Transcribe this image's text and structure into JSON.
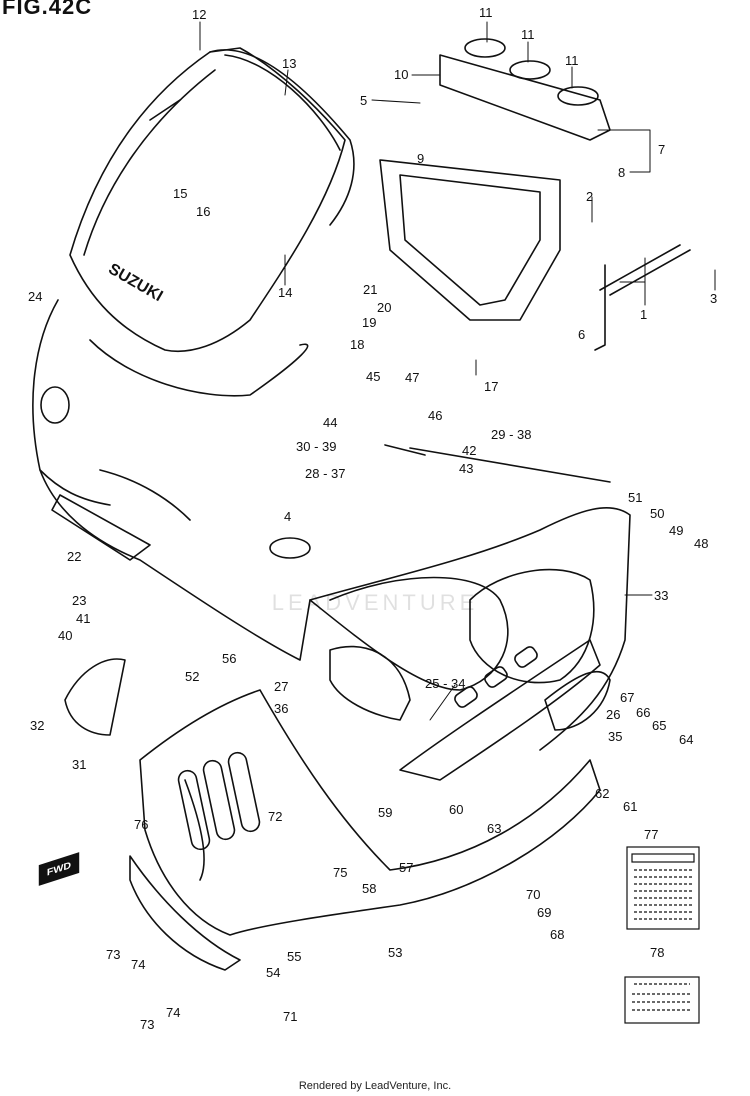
{
  "figure": {
    "title": "FIG.42C",
    "footer": "Rendered by LeadVenture, Inc.",
    "watermark": "LEADVENTURE",
    "forward_indicator": "FWD",
    "brand_text": "SUZUKI"
  },
  "parts": [
    {
      "id": "p1",
      "label": "1"
    },
    {
      "id": "p2",
      "label": "2"
    },
    {
      "id": "p3",
      "label": "3"
    },
    {
      "id": "p4",
      "label": "4"
    },
    {
      "id": "p5",
      "label": "5"
    },
    {
      "id": "p6",
      "label": "6"
    },
    {
      "id": "p7",
      "label": "7"
    },
    {
      "id": "p8",
      "label": "8"
    },
    {
      "id": "p9",
      "label": "9"
    },
    {
      "id": "p10",
      "label": "10"
    },
    {
      "id": "p11a",
      "label": "11"
    },
    {
      "id": "p11b",
      "label": "11"
    },
    {
      "id": "p11c",
      "label": "11"
    },
    {
      "id": "p12",
      "label": "12"
    },
    {
      "id": "p13",
      "label": "13"
    },
    {
      "id": "p14",
      "label": "14"
    },
    {
      "id": "p15",
      "label": "15"
    },
    {
      "id": "p16",
      "label": "16"
    },
    {
      "id": "p17",
      "label": "17"
    },
    {
      "id": "p18",
      "label": "18"
    },
    {
      "id": "p19",
      "label": "19"
    },
    {
      "id": "p20",
      "label": "20"
    },
    {
      "id": "p21",
      "label": "21"
    },
    {
      "id": "p22",
      "label": "22"
    },
    {
      "id": "p23",
      "label": "23"
    },
    {
      "id": "p24",
      "label": "24"
    },
    {
      "id": "p25_34",
      "label": "25 - 34"
    },
    {
      "id": "p26",
      "label": "26"
    },
    {
      "id": "p27",
      "label": "27"
    },
    {
      "id": "p28_37",
      "label": "28 - 37"
    },
    {
      "id": "p29_38",
      "label": "29 - 38"
    },
    {
      "id": "p30_39",
      "label": "30 - 39"
    },
    {
      "id": "p31",
      "label": "31"
    },
    {
      "id": "p32",
      "label": "32"
    },
    {
      "id": "p33",
      "label": "33"
    },
    {
      "id": "p35",
      "label": "35"
    },
    {
      "id": "p36",
      "label": "36"
    },
    {
      "id": "p40",
      "label": "40"
    },
    {
      "id": "p41",
      "label": "41"
    },
    {
      "id": "p42",
      "label": "42"
    },
    {
      "id": "p43",
      "label": "43"
    },
    {
      "id": "p44",
      "label": "44"
    },
    {
      "id": "p45",
      "label": "45"
    },
    {
      "id": "p46",
      "label": "46"
    },
    {
      "id": "p47",
      "label": "47"
    },
    {
      "id": "p48",
      "label": "48"
    },
    {
      "id": "p49",
      "label": "49"
    },
    {
      "id": "p50",
      "label": "50"
    },
    {
      "id": "p51",
      "label": "51"
    },
    {
      "id": "p52",
      "label": "52"
    },
    {
      "id": "p53",
      "label": "53"
    },
    {
      "id": "p54",
      "label": "54"
    },
    {
      "id": "p55",
      "label": "55"
    },
    {
      "id": "p56",
      "label": "56"
    },
    {
      "id": "p57",
      "label": "57"
    },
    {
      "id": "p58",
      "label": "58"
    },
    {
      "id": "p59",
      "label": "59"
    },
    {
      "id": "p60",
      "label": "60"
    },
    {
      "id": "p61",
      "label": "61"
    },
    {
      "id": "p62",
      "label": "62"
    },
    {
      "id": "p63",
      "label": "63"
    },
    {
      "id": "p64",
      "label": "64"
    },
    {
      "id": "p65",
      "label": "65"
    },
    {
      "id": "p66",
      "label": "66"
    },
    {
      "id": "p67",
      "label": "67"
    },
    {
      "id": "p68",
      "label": "68"
    },
    {
      "id": "p69",
      "label": "69"
    },
    {
      "id": "p70",
      "label": "70"
    },
    {
      "id": "p71",
      "label": "71"
    },
    {
      "id": "p72",
      "label": "72"
    },
    {
      "id": "p73a",
      "label": "73"
    },
    {
      "id": "p73b",
      "label": "73"
    },
    {
      "id": "p74a",
      "label": "74"
    },
    {
      "id": "p74b",
      "label": "74"
    },
    {
      "id": "p75",
      "label": "75"
    },
    {
      "id": "p76",
      "label": "76"
    },
    {
      "id": "p77",
      "label": "77"
    },
    {
      "id": "p78",
      "label": "78"
    }
  ]
}
